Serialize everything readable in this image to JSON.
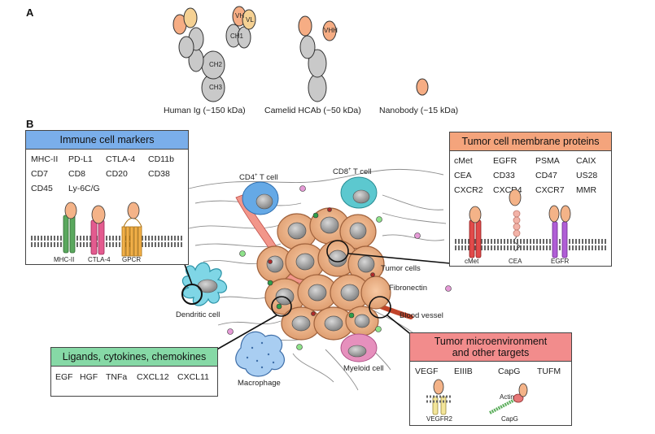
{
  "panel_a": {
    "letter": "A",
    "antibodies": [
      {
        "label": "Human Ig (~150 kDa)"
      },
      {
        "label": "Camelid HCAb (~50 kDa)"
      },
      {
        "label": "Nanobody (~15 kDa)"
      }
    ],
    "domain_labels": {
      "ch2": "CH2",
      "ch3": "CH3",
      "ch1": "CH1",
      "vh": "VH",
      "vl": "VL",
      "vhh": "VHH"
    }
  },
  "panel_b": {
    "letter": "B",
    "immune_box": {
      "title": "Immune cell markers",
      "color": "#7aaeea",
      "items": [
        "MHC-II",
        "PD-L1",
        "CTLA-4",
        "CD11b",
        "CD7",
        "CD8",
        "CD20",
        "CD38",
        "CD45",
        "Ly-6C/G"
      ],
      "receptors": [
        "MHC-II",
        "CTLA-4",
        "GPCR"
      ]
    },
    "tumor_box": {
      "title": "Tumor cell membrane proteins",
      "color": "#f4a47c",
      "items": [
        "cMet",
        "EGFR",
        "PSMA",
        "CAIX",
        "CEA",
        "CD33",
        "CD47",
        "US28",
        "CXCR2",
        "CXCR4",
        "CXCR7",
        "MMR"
      ],
      "receptors": [
        "cMet",
        "CEA",
        "EGFR"
      ]
    },
    "ligand_box": {
      "title": "Ligands, cytokines, chemokines",
      "color": "#86d9a6",
      "items": [
        "EGF",
        "HGF",
        "TNFa",
        "CXCL12",
        "CXCL11"
      ]
    },
    "micro_box": {
      "title_line1": "Tumor microenvironment",
      "title_line2": "and other targets",
      "color": "#f28c8c",
      "items": [
        "VEGF",
        "EIIIB",
        "CapG",
        "TUFM"
      ],
      "receptors": [
        "VEGFR2",
        "CapG"
      ],
      "actin_label": "Actin"
    },
    "cells": {
      "cd4": "CD4",
      "cd8": "CD8",
      "plus": "+",
      "t_cell": " T cell",
      "tumor": "Tumor cells",
      "fibronectin": "Fibronectin",
      "vessel": "Blood vessel",
      "dendritic": "Dendritic cell",
      "macrophage": "Macrophage",
      "myeloid": "Myeloid cell"
    }
  }
}
